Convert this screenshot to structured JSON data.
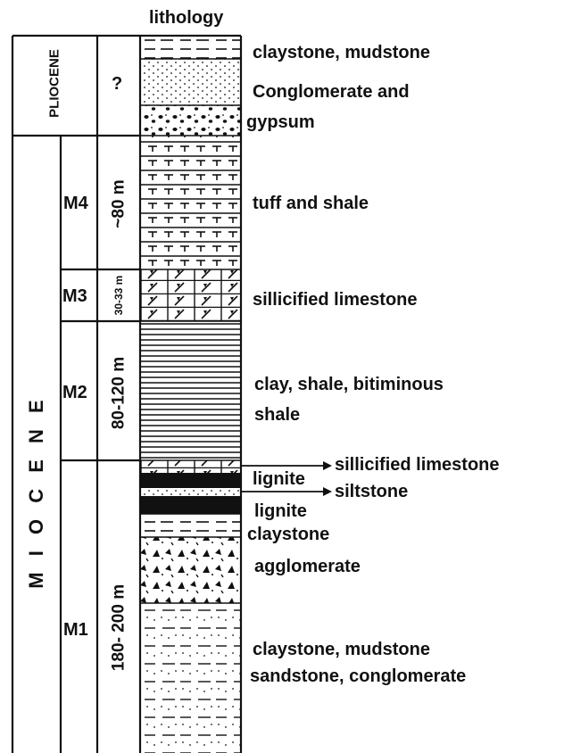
{
  "header": {
    "lithology": "lithology"
  },
  "epochs": {
    "pliocene": "PLIOCENE",
    "miocene": "M I O C E N E"
  },
  "units": {
    "pliocene_thickness": "?",
    "m4": {
      "name": "M4",
      "thickness": "~80 m"
    },
    "m3": {
      "name": "M3",
      "thickness": "30-33 m"
    },
    "m2": {
      "name": "M2",
      "thickness": "80-120 m"
    },
    "m1": {
      "name": "M1",
      "thickness": "180- 200 m"
    }
  },
  "descriptions": {
    "claystone_mudstone_top": "claystone, mudstone",
    "conglomerate_line1": "Conglomerate and",
    "conglomerate_line2": "gypsum",
    "tuff_shale": "tuff and shale",
    "sillicified_limestone_m3": "sillicified limestone",
    "clay_line1": "clay, shale, bitiminous",
    "clay_line2": "shale",
    "sillicified_limestone_m1": "sillicified limestone",
    "lignite_1": "lignite",
    "siltstone": "siltstone",
    "lignite_2": "lignite",
    "claystone": "claystone",
    "agglomerate": "agglomerate",
    "bottom_line1": "claystone, mudstone",
    "bottom_line2": "sandstone, conglomerate"
  },
  "colors": {
    "ink": "#111111",
    "background": "#ffffff"
  }
}
